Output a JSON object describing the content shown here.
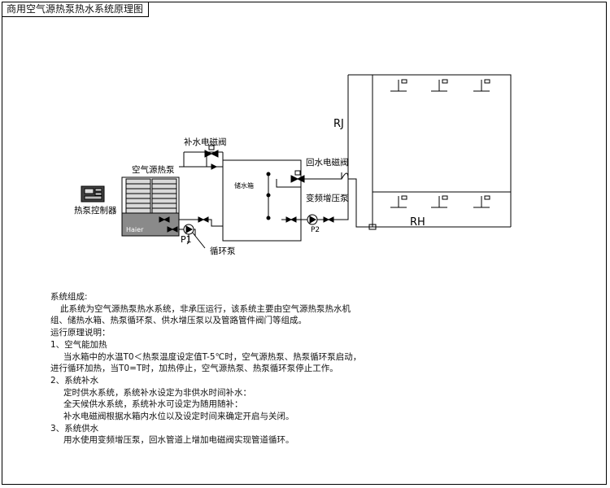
{
  "title": "商用空气源热泵热水系统原理图",
  "labels": {
    "makeup_valve": "补水电磁阀",
    "heat_pump": "空气源热泵",
    "controller": "热泵控制器",
    "tank": "储水箱",
    "return_valve": "回水电磁阀",
    "booster_pump": "变频增压泵",
    "circ_pump": "循环泵",
    "p1": "P1",
    "p2": "P2",
    "rj": "RJ",
    "rh": "RH",
    "brand": "Haier"
  },
  "description": [
    "系统组成:",
    "此系统为空气源热泵热水系统，非承压运行，该系统主要由空气源热泵热水机",
    "组、储热水箱、热泵循环泵、供水增压泵以及管路管件阀门等组成。",
    "运行原理说明：",
    "1、空气能加热",
    "当水箱中的水温T0＜热泵温度设定值T-5℃时，空气源热泵、热泵循环泵启动，",
    "进行循环加热，当T0=T时，加热停止，空气源热泵、热泵循环泵停止工作。",
    "2、系统补水",
    "定时供水系统，系统补水设定为非供水时间补水：",
    "全天候供水系统，系统补水可设定为随用随补：",
    "补水电磁阀根据水箱内水位以及设定时间来确定开启与关闭。",
    "3、系统供水",
    "用水使用变频增压泵，回水管道上增加电磁阀实现管道循环。"
  ]
}
